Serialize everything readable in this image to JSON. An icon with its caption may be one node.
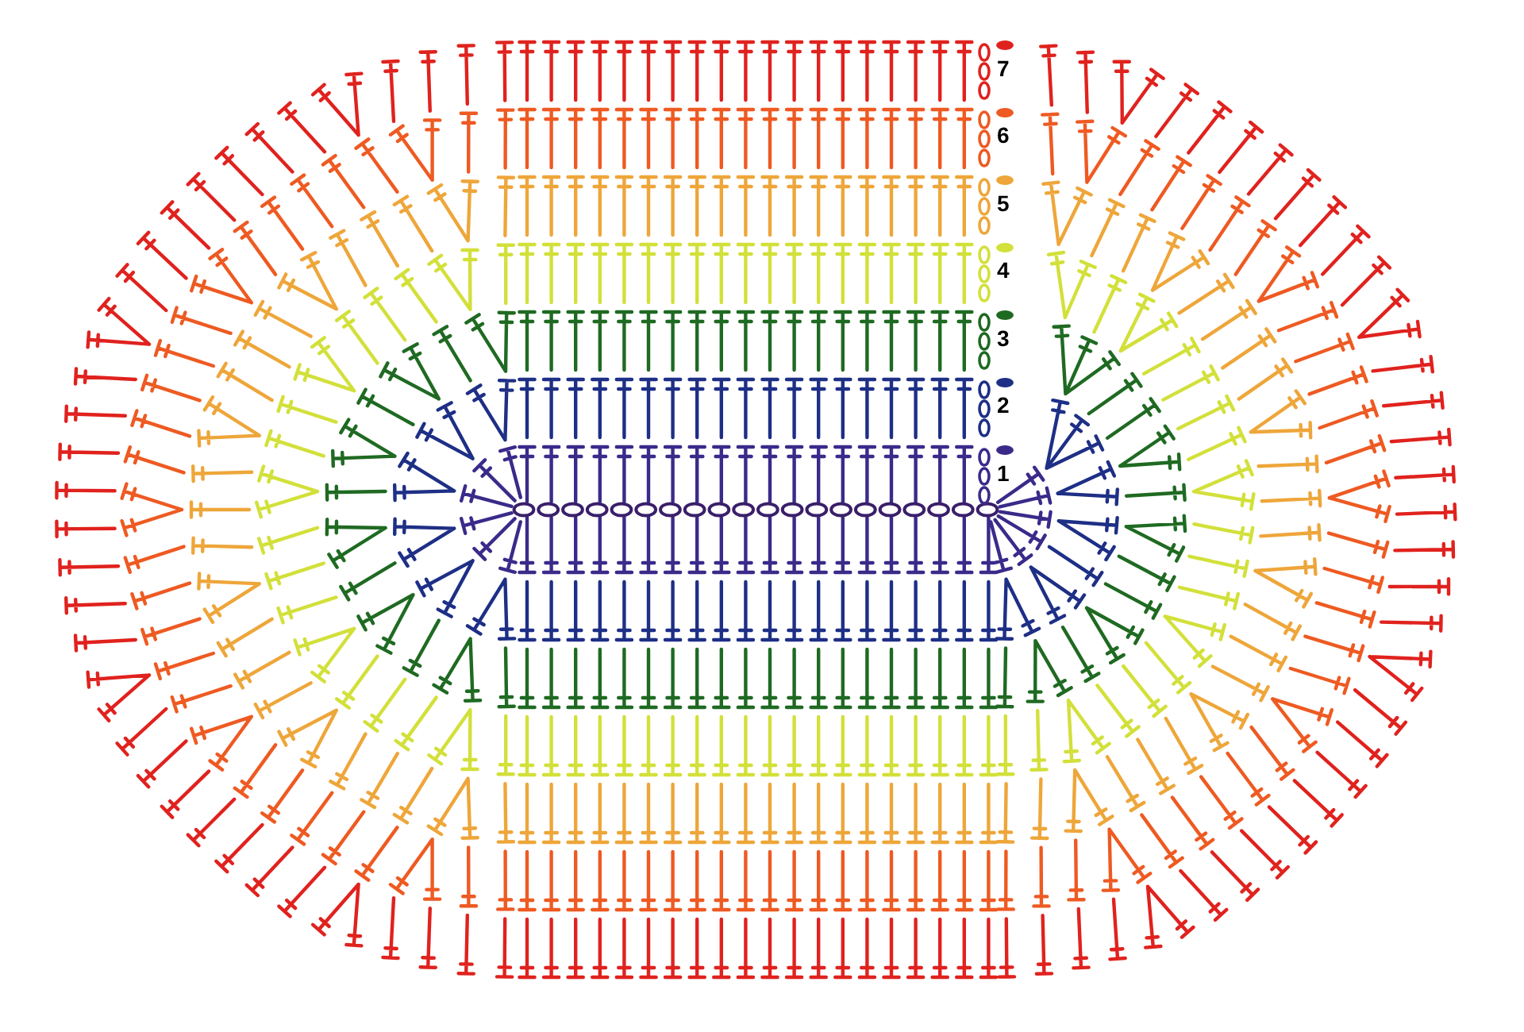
{
  "diagram": {
    "labels": [
      "7",
      "6",
      "5",
      "4",
      "3",
      "2",
      "1"
    ]
  }
}
